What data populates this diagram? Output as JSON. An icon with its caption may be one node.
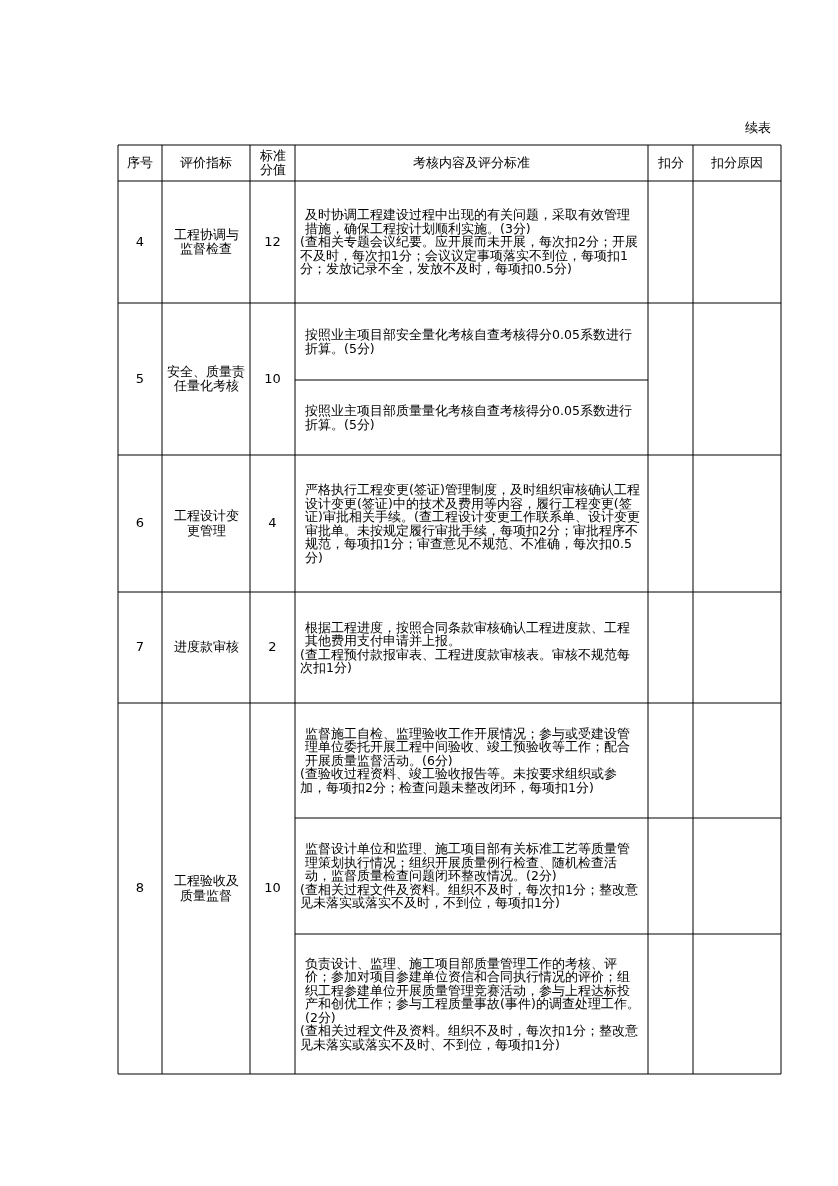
{
  "diagram": {
    "labels": [
      "续表",
      "序号",
      "评价指标",
      "标准分值",
      "考核内容及评分标准",
      "扣分",
      "扣分原因",
      "4",
      "工程协调与监督检查",
      "12",
      "及时协调工程建设过程中出现的有关问题，采取有效管理措施，确保工程按计划顺利实施。(3分)",
      "(查相关专题会议纪要。应开展而未开展，每次扣2分；开展不及时，每次扣1分；会议议定事项落实不到位，每项扣1分；发放记录不全，发放不及时，每项扣0.5分)",
      "5",
      "安全、质量责任量化考核",
      "10",
      "按照业主项目部安全量化考核自查考核得分0.05系数进行折算。(5分)",
      "按照业主项目部质量量化考核自查考核得分0.05系数进行折算。(5分)",
      "6",
      "工程设计变更管理",
      "4",
      "严格执行工程变更(签证)管理制度，及时组织审核确认工程设计变更(签证)中的技术及费用等内容，履行工程变更(签证)审批相关手续。(查工程设计变更工作联系单、设计变更审批单。未按规定履行审批手续，每项扣2分；审批程序不规范，每项扣1分；审查意见不规范、不准确，每次扣0.5分)",
      "7",
      "进度款审核",
      "2",
      "根据工程进度，按照合同条款审核确认工程进度款、工程其他费用支付申请并上报。",
      "(查工程预付款报审表、工程进度款审核表。审核不规范每次扣1分)",
      "8",
      "工程验收及质量监督",
      "10",
      "监督施工自检、监理验收工作开展情况；参与或受建设管理单位委托开展工程中间验收、竣工预验收等工作；配合开展质量监督活动。(6分)",
      "(查验收过程资料、竣工验收报告等。未按要求组织或参加，每项扣2分；检查问题未整改闭环，每项扣1分)",
      "监督设计单位和监理、施工项目部有关标准工艺等质量管理策划执行情况；组织开展质量例行检查、随机检查活动，监督质量检查问题闭环整改情况。(2分)",
      "(查相关过程文件及资料。组织不及时，每次扣1分；整改意见未落实或落实不及时，不到位，每项扣1分)",
      "负责设计、监理、施工项目部质量管理工作的考核、评价；参加对项目参建单位资信和合同执行情况的评价；组织工程参建单位开展质量管理竞赛活动，参与上程达标投产和创优工作；参与工程质量事故(事件)的调查处理工作。(2分)",
      "(查相关过程文件及资料。组织不及时，每次扣1分；整改意见未落实或落实不及时、不到位，每项扣1分)"
    ]
  }
}
